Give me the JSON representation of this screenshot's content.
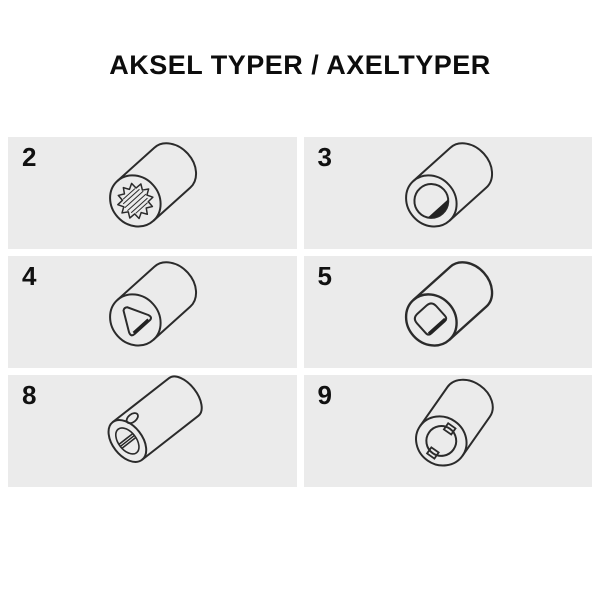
{
  "title": "AKSEL TYPER / AXELTYPER",
  "colors": {
    "cell_background": "#ebebeb",
    "line": "#2b2b2b",
    "text": "#111111"
  },
  "cells": [
    {
      "number": "2",
      "icon": "spline-bore-axle-icon"
    },
    {
      "number": "3",
      "icon": "d-bore-axle-icon"
    },
    {
      "number": "4",
      "icon": "triangle-bore-axle-icon"
    },
    {
      "number": "5",
      "icon": "square-bore-axle-icon"
    },
    {
      "number": "8",
      "icon": "slot-bore-axle-icon"
    },
    {
      "number": "9",
      "icon": "notched-bore-axle-icon"
    }
  ]
}
